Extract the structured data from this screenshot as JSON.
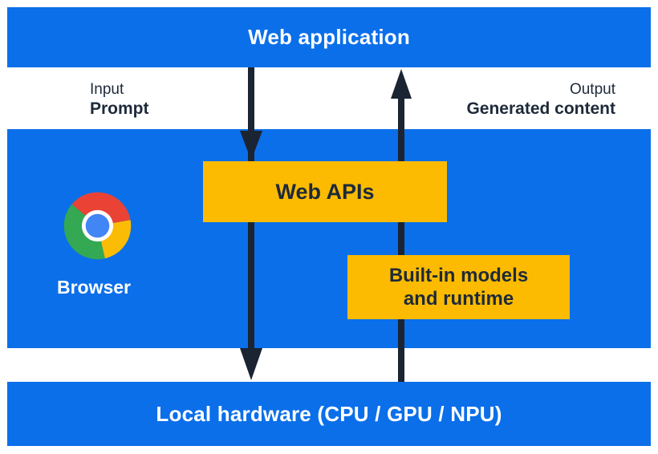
{
  "diagram": {
    "top_band": {
      "label": "Web application"
    },
    "io_labels": {
      "input": {
        "category": "Input",
        "value": "Prompt"
      },
      "output": {
        "category": "Output",
        "value": "Generated content"
      }
    },
    "browser_band": {
      "browser": {
        "label": "Browser",
        "icon": "chrome-logo-icon"
      },
      "web_apis_box": {
        "label": "Web APIs"
      },
      "builtin_box": {
        "line1": "Built-in models",
        "line2": "and runtime"
      }
    },
    "bottom_band": {
      "label": "Local hardware (CPU / GPU / NPU)"
    },
    "arrows": [
      {
        "name": "input-arrow",
        "direction": "down",
        "from": "Web application",
        "to": "Local hardware"
      },
      {
        "name": "output-arrow",
        "direction": "up",
        "from": "Local hardware",
        "to": "Web application"
      }
    ]
  },
  "colors": {
    "band_blue": "#0B6FEA",
    "box_yellow": "#FCBB00",
    "text_dark_navy": "#1E2A3A",
    "arrow_navy": "#1B2432",
    "text_white": "#FFFFFF",
    "chrome_red": "#EA4335",
    "chrome_green": "#34A853",
    "chrome_yellow": "#FBBC05",
    "chrome_blue": "#4285F4",
    "chrome_ring": "#FFFFFF"
  }
}
